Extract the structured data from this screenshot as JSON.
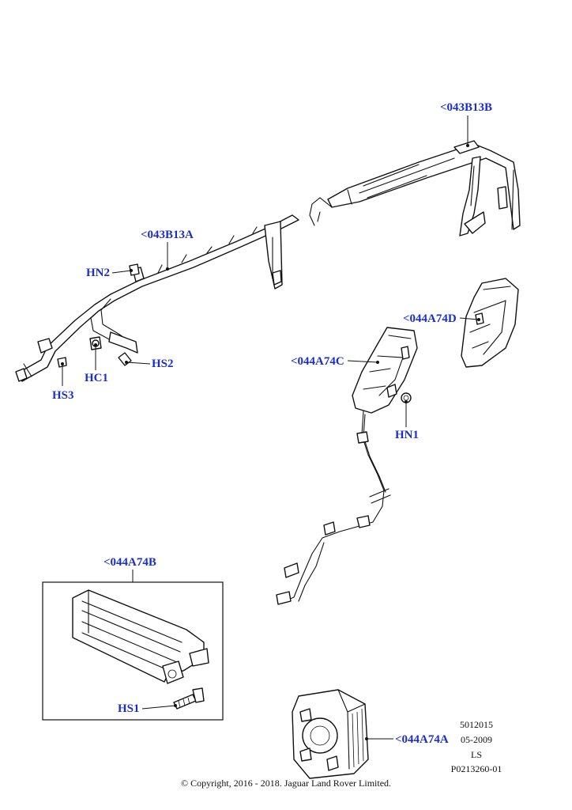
{
  "callouts": {
    "c043B13B": "<043B13B",
    "c043B13A": "<043B13A",
    "HN2": "HN2",
    "HS2": "HS2",
    "HC1": "HC1",
    "HS3": "HS3",
    "c044A74D": "<044A74D",
    "c044A74C": "<044A74C",
    "HN1": "HN1",
    "c044A74B": "<044A74B",
    "HS1": "HS1",
    "c044A74A": "<044A74A"
  },
  "meta": {
    "line1": "5012015",
    "line2": "05-2009",
    "line3": "LS",
    "line4": "P0213260-01"
  },
  "copyright": "© Copyright, 2016 - 2018. Jaguar Land Rover Limited."
}
